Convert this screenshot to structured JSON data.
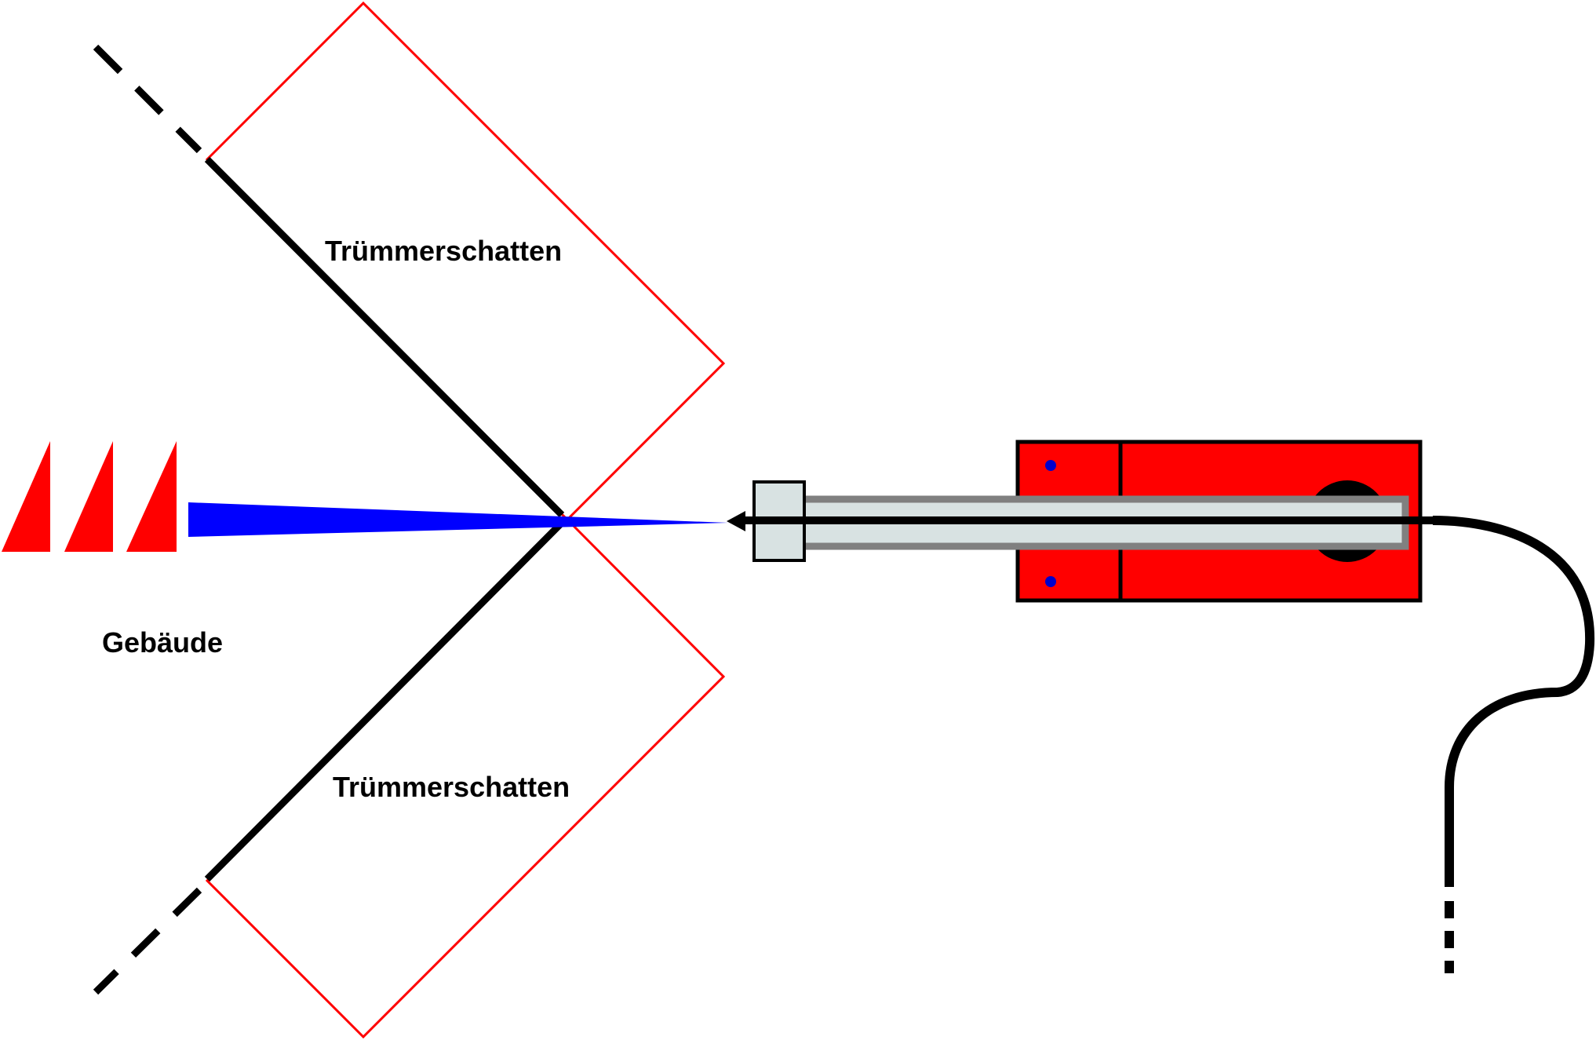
{
  "labels": {
    "shadow_top": "Trümmerschatten",
    "shadow_bottom": "Trümmerschatten",
    "building": "Gebäude"
  },
  "colors": {
    "shadow_outline": "#ff0000",
    "wall": "#000000",
    "jet": "#0000ff",
    "device_body": "#ff0000",
    "lance_fill": "#d8e2e2",
    "lance_border": "#808080",
    "hose": "#000000",
    "marker_dot": "#0000cc"
  },
  "icons": {
    "building_marker": "red-triangle-icon"
  }
}
